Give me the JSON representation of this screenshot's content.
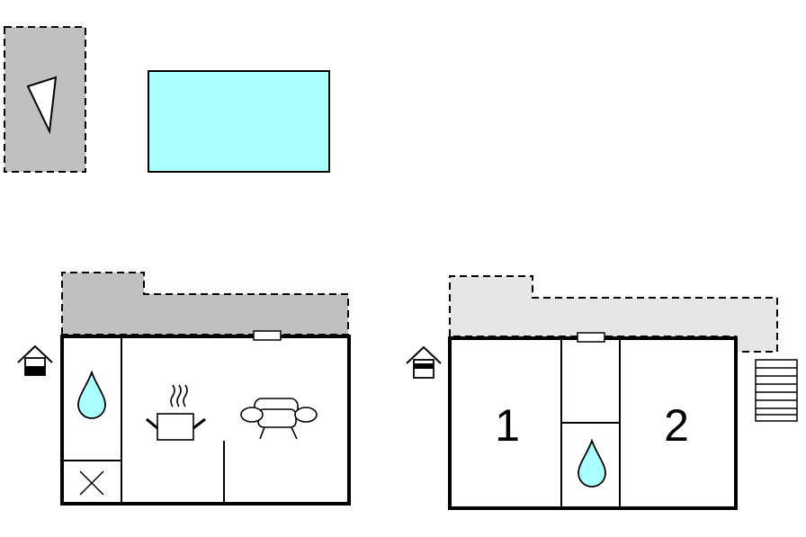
{
  "rooms": {
    "bedroom_1": "1",
    "bedroom_2": "2"
  },
  "icons": {
    "compass": "compass-icon",
    "pool": "pool",
    "entrance": "house-entrance-icon",
    "bathroom": "water-drop-icon",
    "kitchen": "cooking-pot-icon",
    "living": "sofa-icon",
    "utility": "cross-icon",
    "stairs": "stairs-icon"
  },
  "colors": {
    "pool": "#aaffff",
    "terrace_dark": "#c0c0c0",
    "terrace_light": "#e6e6e6",
    "water": "#aaffff",
    "wall": "#000000"
  }
}
